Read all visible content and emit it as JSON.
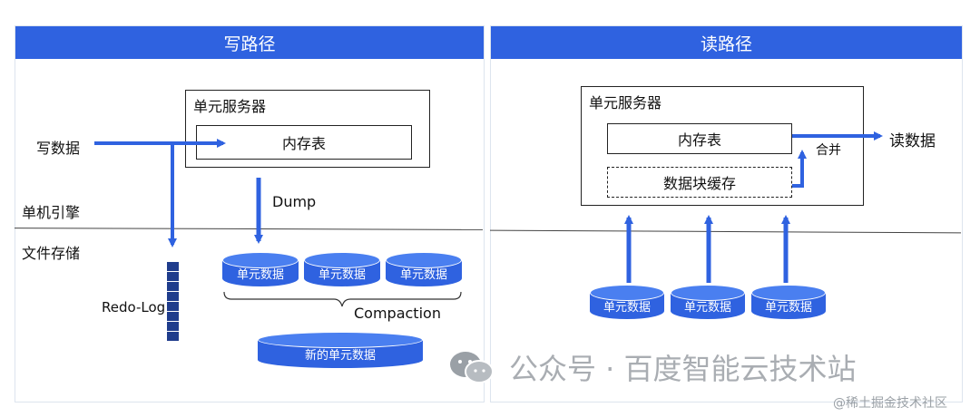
{
  "write_panel": {
    "header": "写路径",
    "unit_server": "单元服务器",
    "memtable": "内存表",
    "write_data": "写数据",
    "dump": "Dump",
    "single_engine": "单机引擎",
    "file_storage": "文件存储",
    "redo_log": "Redo-Log",
    "compaction": "Compaction",
    "unit_data": [
      "单元数据",
      "单元数据",
      "单元数据"
    ],
    "new_unit_data": "新的单元数据"
  },
  "read_panel": {
    "header": "读路径",
    "unit_server": "单元服务器",
    "memtable": "内存表",
    "block_cache": "数据块缓存",
    "merge": "合并",
    "read_data": "读数据",
    "unit_data": [
      "单元数据",
      "单元数据",
      "单元数据"
    ]
  },
  "watermark": {
    "main": "公众号 · 百度智能云技术站",
    "corner": "@稀土掘金技术社区"
  },
  "colors": {
    "accent": "#2f62e0",
    "log_cell": "#1f3c8c"
  },
  "icons": {
    "wechat": "wechat-icon"
  }
}
